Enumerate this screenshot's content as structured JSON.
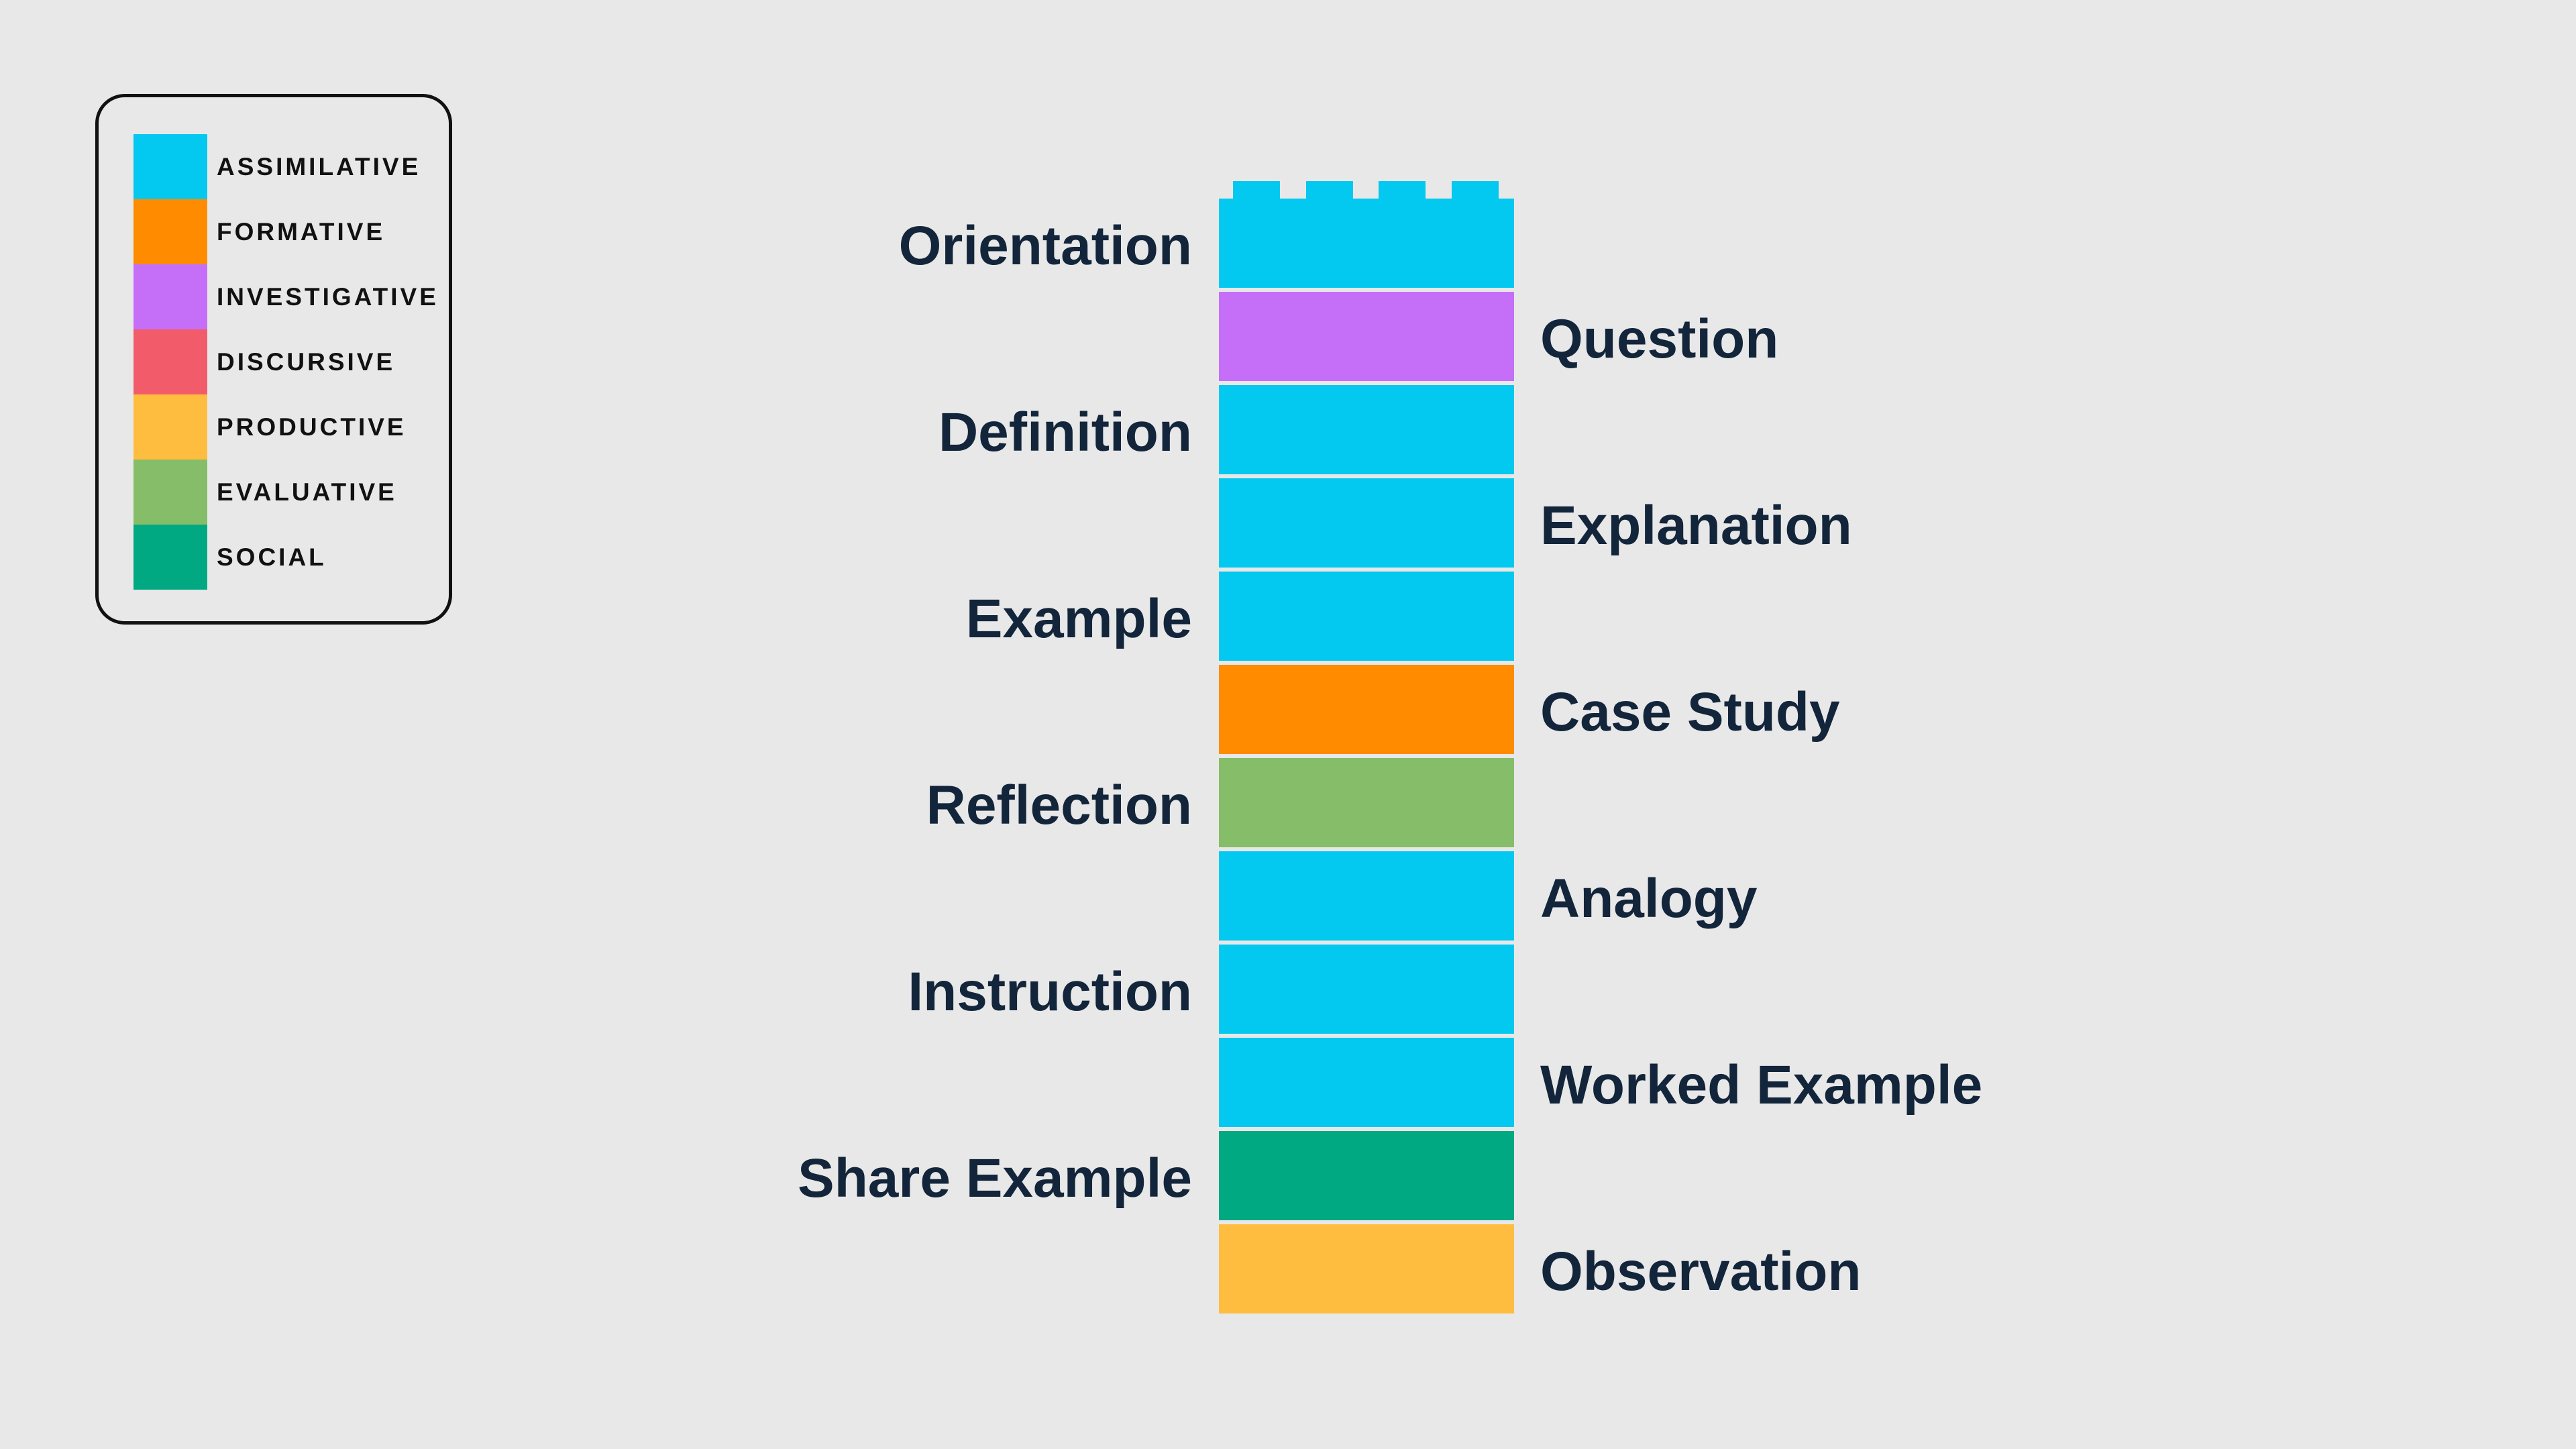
{
  "colors": {
    "assimilative": "#03c8ef",
    "formative": "#ff8c00",
    "investigative": "#c56ff9",
    "discursive": "#f25c6a",
    "productive": "#ffbd3f",
    "evaluative": "#86bd68",
    "social": "#00a982"
  },
  "legend": [
    {
      "label": "ASSIMILATIVE",
      "category": "assimilative"
    },
    {
      "label": "FORMATIVE",
      "category": "formative"
    },
    {
      "label": "INVESTIGATIVE",
      "category": "investigative"
    },
    {
      "label": "DISCURSIVE",
      "category": "discursive"
    },
    {
      "label": "PRODUCTIVE",
      "category": "productive"
    },
    {
      "label": "EVALUATIVE",
      "category": "evaluative"
    },
    {
      "label": "SOCIAL",
      "category": "social"
    }
  ],
  "stack": [
    {
      "label": "Orientation",
      "category": "assimilative",
      "side": "left"
    },
    {
      "label": "Question",
      "category": "investigative",
      "side": "right"
    },
    {
      "label": "Definition",
      "category": "assimilative",
      "side": "left"
    },
    {
      "label": "Explanation",
      "category": "assimilative",
      "side": "right"
    },
    {
      "label": "Example",
      "category": "assimilative",
      "side": "left"
    },
    {
      "label": "Case Study",
      "category": "formative",
      "side": "right"
    },
    {
      "label": "Reflection",
      "category": "evaluative",
      "side": "left"
    },
    {
      "label": "Analogy",
      "category": "assimilative",
      "side": "right"
    },
    {
      "label": "Instruction",
      "category": "assimilative",
      "side": "left"
    },
    {
      "label": "Worked Example",
      "category": "assimilative",
      "side": "right"
    },
    {
      "label": "Share Example",
      "category": "social",
      "side": "left"
    },
    {
      "label": "Observation",
      "category": "productive",
      "side": "right"
    }
  ]
}
